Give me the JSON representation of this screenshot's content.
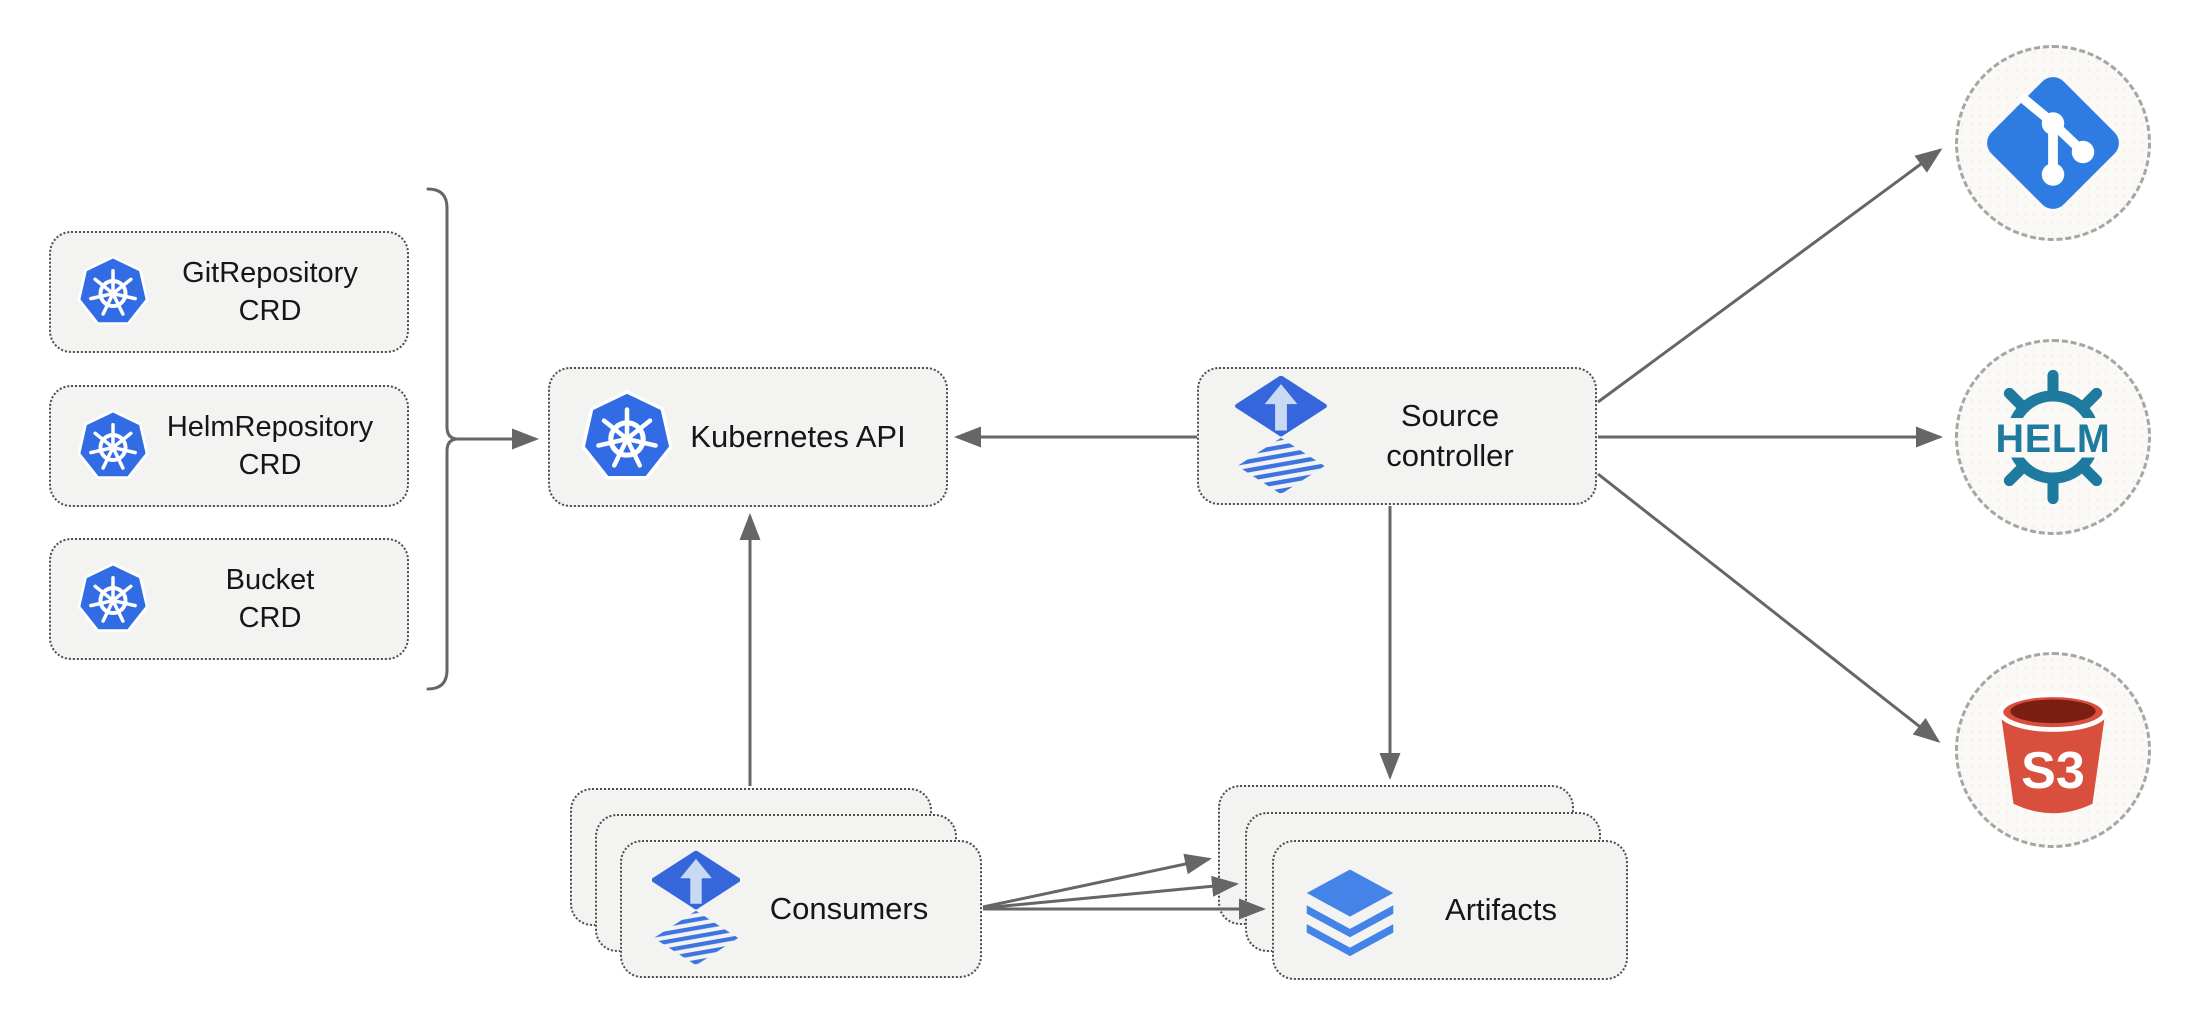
{
  "diagram": {
    "nodes": {
      "crds": [
        {
          "id": "gitrepository-crd",
          "line1": "GitRepository",
          "line2": "CRD",
          "icon": "kubernetes-icon"
        },
        {
          "id": "helmrepository-crd",
          "line1": "HelmRepository",
          "line2": "CRD",
          "icon": "kubernetes-icon"
        },
        {
          "id": "bucket-crd",
          "line1": "Bucket",
          "line2": "CRD",
          "icon": "kubernetes-icon"
        }
      ],
      "kubernetes_api": {
        "label": "Kubernetes API",
        "icon": "kubernetes-icon"
      },
      "source_controller": {
        "line1": "Source",
        "line2": "controller",
        "icon": "flux-icon"
      },
      "consumers": {
        "label": "Consumers",
        "icon": "flux-icon",
        "stack_count": 3
      },
      "artifacts": {
        "label": "Artifacts",
        "icon": "layers-icon",
        "stack_count": 3
      },
      "external_sources": [
        {
          "name": "git",
          "icon": "git-icon"
        },
        {
          "name": "helm",
          "icon": "helm-icon",
          "label": "HELM"
        },
        {
          "name": "s3",
          "icon": "s3-bucket-icon",
          "label": "S3"
        }
      ]
    },
    "edges": [
      {
        "from": "crd-group-bracket",
        "to": "kubernetes-api"
      },
      {
        "from": "source-controller",
        "to": "kubernetes-api"
      },
      {
        "from": "consumers",
        "to": "kubernetes-api"
      },
      {
        "from": "source-controller",
        "to": "artifacts"
      },
      {
        "from": "source-controller",
        "to": "git"
      },
      {
        "from": "source-controller",
        "to": "helm"
      },
      {
        "from": "source-controller",
        "to": "s3"
      },
      {
        "from": "consumers",
        "to": "artifacts",
        "arrow_count": 3
      }
    ],
    "colors": {
      "kubernetes_blue": "#326CE5",
      "flux_diamond_blue": "#3566DC",
      "flux_arrow_light": "#C9D9F3",
      "flux_stripe_blue": "#3E74E0",
      "git_blue": "#2E7CE1",
      "helm_teal": "#1F7A9F",
      "s3_red": "#D94F3D",
      "s3_dark_red": "#7A1F12",
      "layers_blue": "#4484E8",
      "node_background": "#F3F3F2",
      "node_border": "#4E4E4E",
      "circle_background": "#FAF9F6",
      "circle_border": "#A6A6A6",
      "arrow_gray": "#666666",
      "text": "#161616"
    }
  }
}
